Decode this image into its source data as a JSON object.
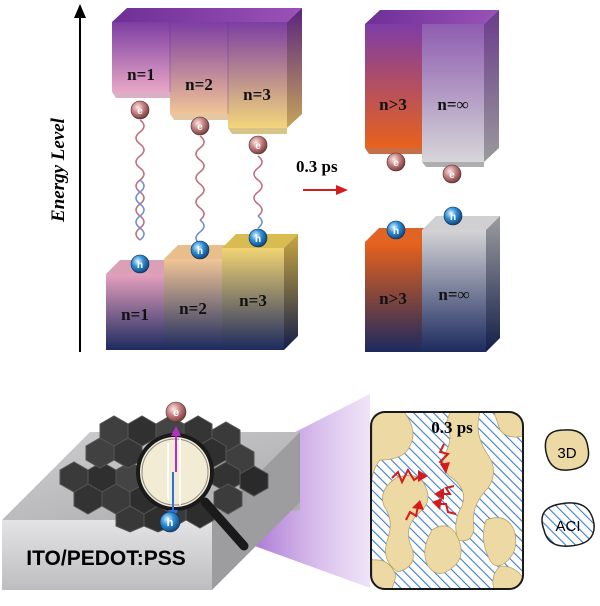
{
  "axis": {
    "label": "Energy Level"
  },
  "conduction_band": {
    "boxes": [
      "n=1",
      "n=2",
      "n=3"
    ]
  },
  "valence_band": {
    "boxes": [
      "n=1",
      "n=2",
      "n=3"
    ]
  },
  "final_conduction": {
    "boxes": [
      "n>3",
      "n=∞"
    ]
  },
  "final_valence": {
    "boxes": [
      "n>3",
      "n=∞"
    ]
  },
  "transfer": {
    "time": "0.3 ps"
  },
  "carriers": {
    "electron": "e",
    "hole": "h"
  },
  "substrate": {
    "label": "ITO/PEDOT:PSS"
  },
  "zoom": {
    "time": "0.3 ps"
  },
  "legend": {
    "phase_3d": "3D",
    "phase_aci": "ACI"
  },
  "colors": {
    "cb_purple": "#8a3fa8",
    "cb_pink": "#e6a3c4",
    "cb_yellow": "#f0d47a",
    "orange": "#e06424",
    "grey": "#c8c8c8",
    "navy": "#1b2a5c",
    "electron": "#c98585",
    "hole": "#2f8fd6",
    "arrow_red": "#d41c1c",
    "hatch_blue": "#3d7fd0",
    "beige": "#ecd9a4"
  }
}
